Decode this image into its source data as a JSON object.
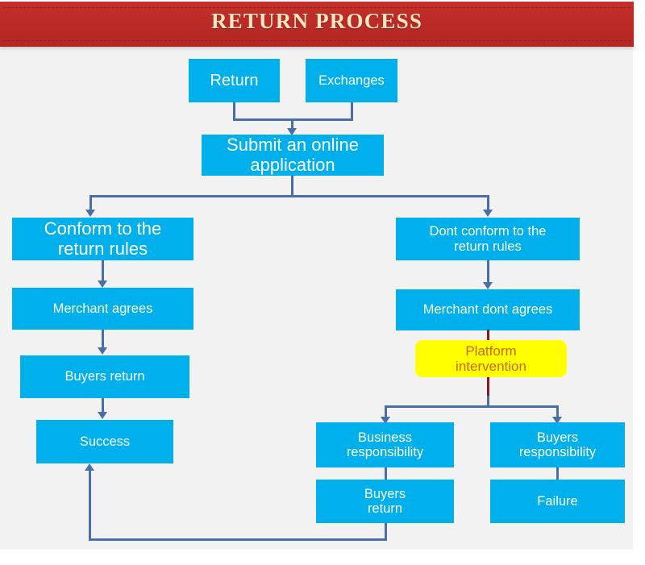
{
  "banner": {
    "title": "RETURN PROCESS",
    "background_color": "#bf2b27",
    "text_color": "#fbe6c4"
  },
  "canvas": {
    "background_color": "#f2f2f2",
    "node_color": "#00b0ec",
    "node_text_color": "#ffffff",
    "connector_color": "#4a6fa8",
    "highlight_color": "#ffff00",
    "highlight_text_color": "#cc6600",
    "dark_connector_color": "#8a1b1b"
  },
  "chart_data": {
    "type": "diagram",
    "title": "RETURN PROCESS",
    "nodes": [
      {
        "id": "return",
        "label": "Return"
      },
      {
        "id": "exchanges",
        "label": "Exchanges"
      },
      {
        "id": "submit",
        "label": "Submit an online\napplication"
      },
      {
        "id": "conform",
        "label": "Conform to the\nreturn rules"
      },
      {
        "id": "dont_conform",
        "label": "Dont conform to the\nreturn rules"
      },
      {
        "id": "merchant_agrees",
        "label": "Merchant agrees"
      },
      {
        "id": "merchant_dont",
        "label": "Merchant dont agrees"
      },
      {
        "id": "buyers_return_l",
        "label": "Buyers return"
      },
      {
        "id": "platform",
        "label": "Platform\nintervention",
        "style": "highlight"
      },
      {
        "id": "success",
        "label": "Success"
      },
      {
        "id": "business_resp",
        "label": "Business\nresponsibility"
      },
      {
        "id": "buyers_resp",
        "label": "Buyers\nresponsibility"
      },
      {
        "id": "buyers_return_r",
        "label": "Buyers\nreturn"
      },
      {
        "id": "failure",
        "label": "Failure"
      }
    ],
    "edges": [
      {
        "from": "return",
        "to": "submit"
      },
      {
        "from": "exchanges",
        "to": "submit"
      },
      {
        "from": "submit",
        "to": "conform"
      },
      {
        "from": "submit",
        "to": "dont_conform"
      },
      {
        "from": "conform",
        "to": "merchant_agrees"
      },
      {
        "from": "merchant_agrees",
        "to": "buyers_return_l"
      },
      {
        "from": "buyers_return_l",
        "to": "success"
      },
      {
        "from": "dont_conform",
        "to": "merchant_dont"
      },
      {
        "from": "merchant_dont",
        "to": "platform"
      },
      {
        "from": "platform",
        "to": "business_resp"
      },
      {
        "from": "platform",
        "to": "buyers_resp"
      },
      {
        "from": "business_resp",
        "to": "buyers_return_r"
      },
      {
        "from": "buyers_resp",
        "to": "failure"
      },
      {
        "from": "buyers_return_r",
        "to": "success"
      }
    ]
  }
}
